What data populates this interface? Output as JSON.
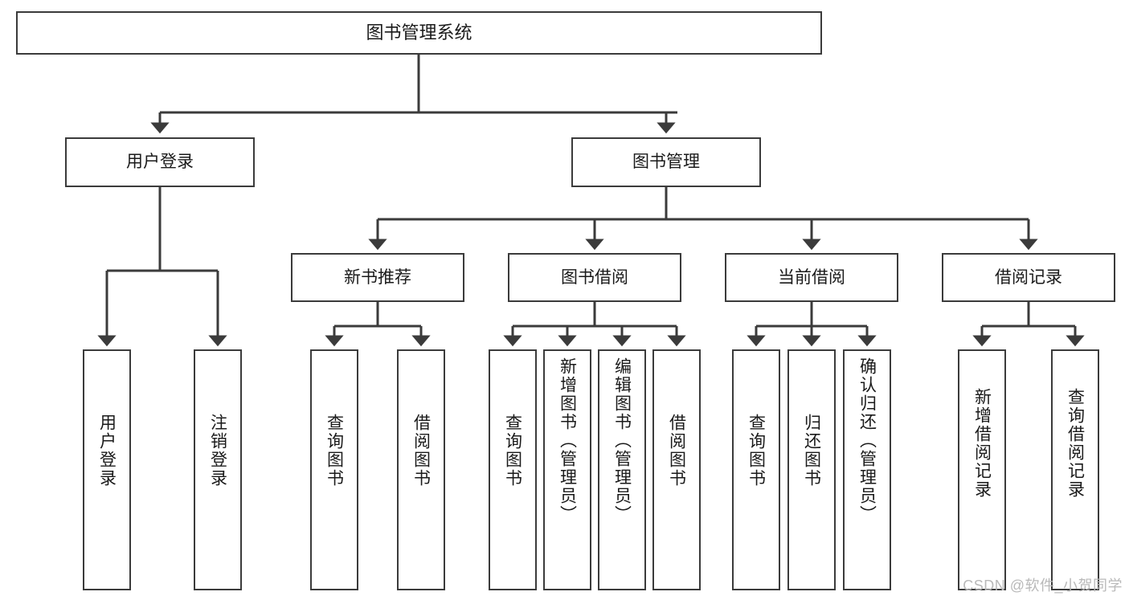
{
  "diagram": {
    "type": "tree-hierarchy-chart",
    "title": "图书管理系统",
    "watermark": "CSDN @软件_小贺同学",
    "colors": {
      "border": "#3b3b3b",
      "background": "#ffffff",
      "text": "#1a1a1a",
      "connector": "#3b3b3b",
      "watermark": "#b9b9b9"
    },
    "nodes": {
      "root": {
        "id": "root",
        "label": "图书管理系统",
        "level": 1,
        "orientation": "horizontal"
      },
      "level2": [
        {
          "id": "user-login",
          "label": "用户登录",
          "level": 2,
          "orientation": "horizontal"
        },
        {
          "id": "book-management",
          "label": "图书管理",
          "level": 2,
          "orientation": "horizontal"
        }
      ],
      "level3": [
        {
          "id": "new-book-recommend",
          "label": "新书推荐",
          "level": 3,
          "orientation": "horizontal",
          "parent": "book-management"
        },
        {
          "id": "book-borrow",
          "label": "图书借阅",
          "level": 3,
          "orientation": "horizontal",
          "parent": "book-management"
        },
        {
          "id": "current-borrow",
          "label": "当前借阅",
          "level": 3,
          "orientation": "horizontal",
          "parent": "book-management"
        },
        {
          "id": "borrow-record",
          "label": "借阅记录",
          "level": 3,
          "orientation": "horizontal",
          "parent": "book-management"
        }
      ],
      "leaves": [
        {
          "id": "leaf-user-login",
          "label": "用户登录",
          "parent": "user-login",
          "orientation": "vertical"
        },
        {
          "id": "leaf-logout-login",
          "label": "注销登录",
          "parent": "user-login",
          "orientation": "vertical"
        },
        {
          "id": "leaf-query-book-1",
          "label": "查询图书",
          "parent": "new-book-recommend",
          "orientation": "vertical"
        },
        {
          "id": "leaf-borrow-book-1",
          "label": "借阅图书",
          "parent": "new-book-recommend",
          "orientation": "vertical"
        },
        {
          "id": "leaf-query-book-2",
          "label": "查询图书",
          "parent": "book-borrow",
          "orientation": "vertical"
        },
        {
          "id": "leaf-add-book",
          "label": "新增图书（管理员）",
          "parent": "book-borrow",
          "orientation": "vertical"
        },
        {
          "id": "leaf-edit-book",
          "label": "编辑图书（管理员）",
          "parent": "book-borrow",
          "orientation": "vertical"
        },
        {
          "id": "leaf-borrow-book-2",
          "label": "借阅图书",
          "parent": "book-borrow",
          "orientation": "vertical"
        },
        {
          "id": "leaf-query-book-3",
          "label": "查询图书",
          "parent": "current-borrow",
          "orientation": "vertical"
        },
        {
          "id": "leaf-return-book",
          "label": "归还图书",
          "parent": "current-borrow",
          "orientation": "vertical"
        },
        {
          "id": "leaf-confirm-return",
          "label": "确认归还（管理员）",
          "parent": "current-borrow",
          "orientation": "vertical"
        },
        {
          "id": "leaf-add-borrow-record",
          "label": "新增借阅记录",
          "parent": "borrow-record",
          "orientation": "vertical"
        },
        {
          "id": "leaf-query-borrow-record",
          "label": "查询借阅记录",
          "parent": "borrow-record",
          "orientation": "vertical"
        }
      ]
    }
  }
}
